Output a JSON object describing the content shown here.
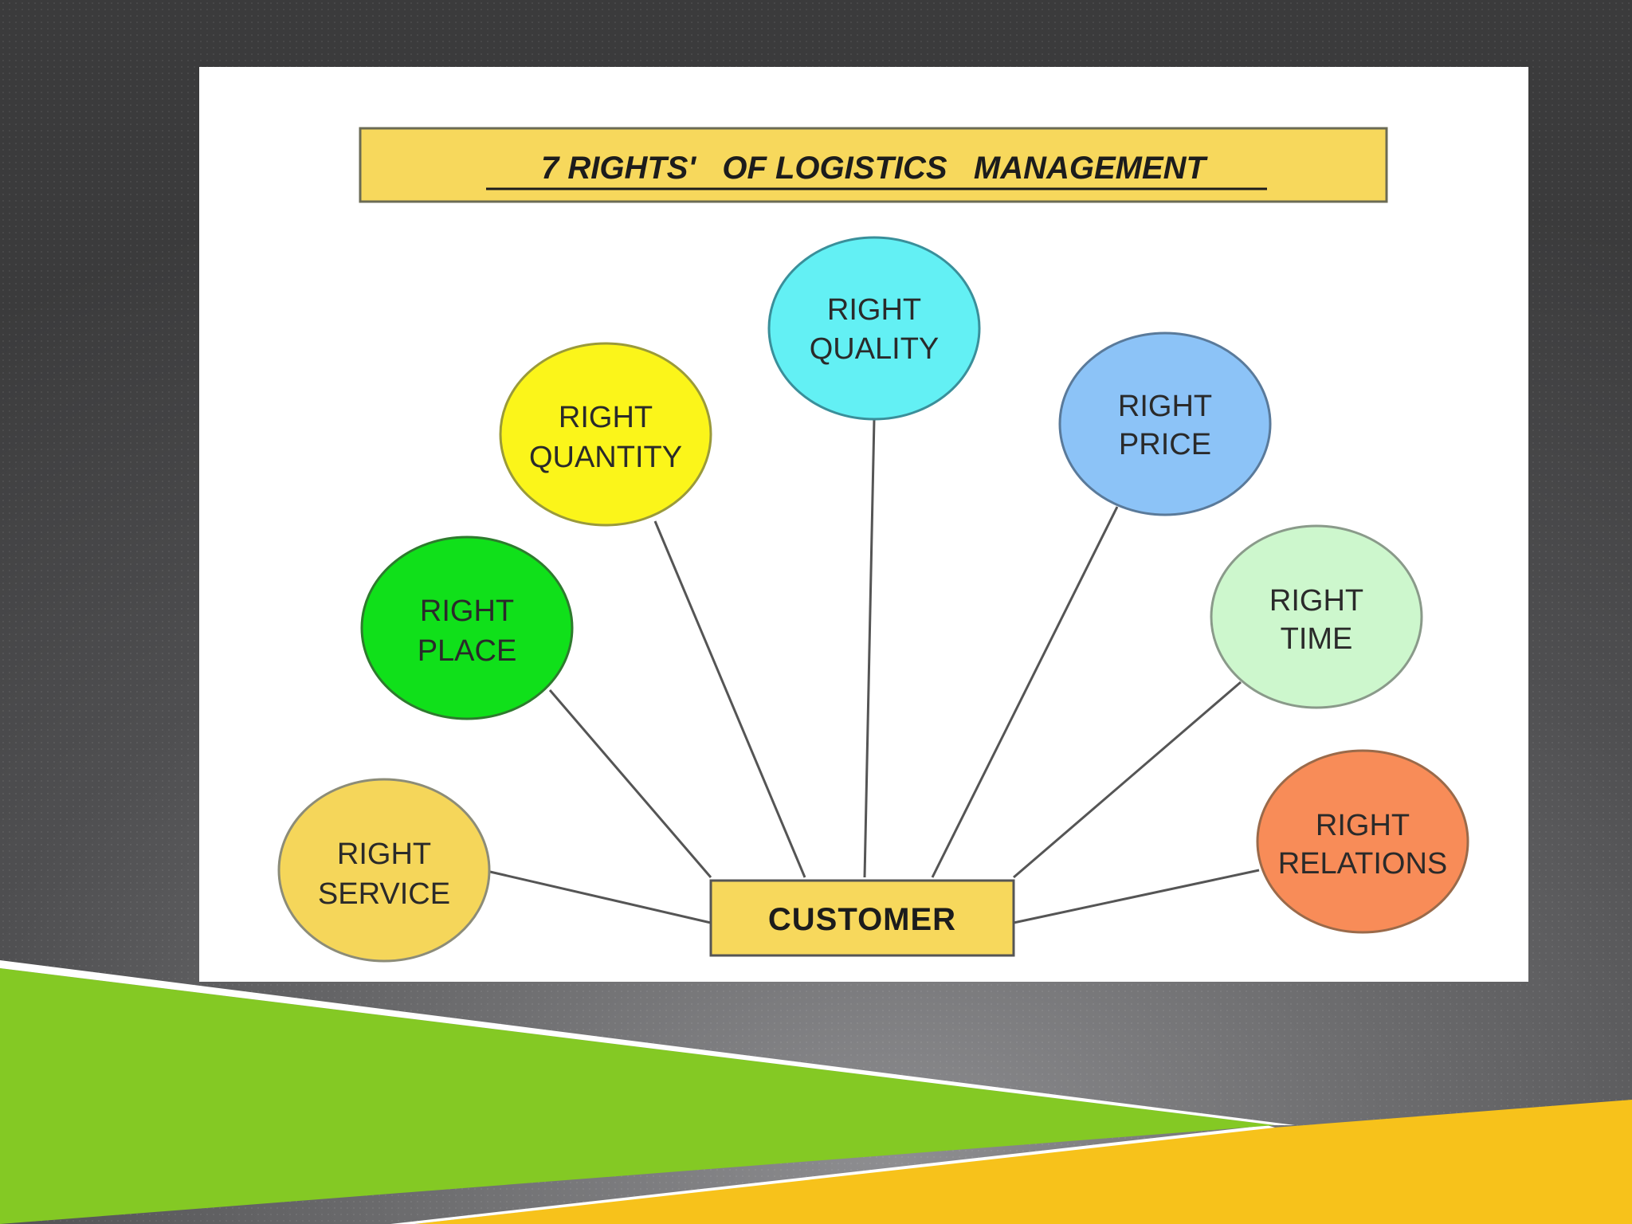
{
  "diagram": {
    "title": "7 RIGHTS'   OF LOGISTICS   MANAGEMENT",
    "hub": {
      "label": "CUSTOMER",
      "color": "#f7d85c"
    },
    "nodes": [
      {
        "id": "service",
        "line1": "RIGHT",
        "line2": "SERVICE",
        "color": "#f5d65a"
      },
      {
        "id": "place",
        "line1": "RIGHT",
        "line2": "PLACE",
        "color": "#10e01a"
      },
      {
        "id": "quantity",
        "line1": "RIGHT",
        "line2": "QUANTITY",
        "color": "#fbf51a"
      },
      {
        "id": "quality",
        "line1": "RIGHT",
        "line2": "QUALITY",
        "color": "#63f0f4"
      },
      {
        "id": "price",
        "line1": "RIGHT",
        "line2": "PRICE",
        "color": "#8cc3f7"
      },
      {
        "id": "time",
        "line1": "RIGHT",
        "line2": "TIME",
        "color": "#cdf7cd"
      },
      {
        "id": "relations",
        "line1": "RIGHT",
        "line2": "RELATIONS",
        "color": "#f88c58"
      }
    ]
  },
  "theme": {
    "green_band": "#84c924",
    "yellow_band": "#f7c21b",
    "title_bar": "#f7d85c"
  }
}
